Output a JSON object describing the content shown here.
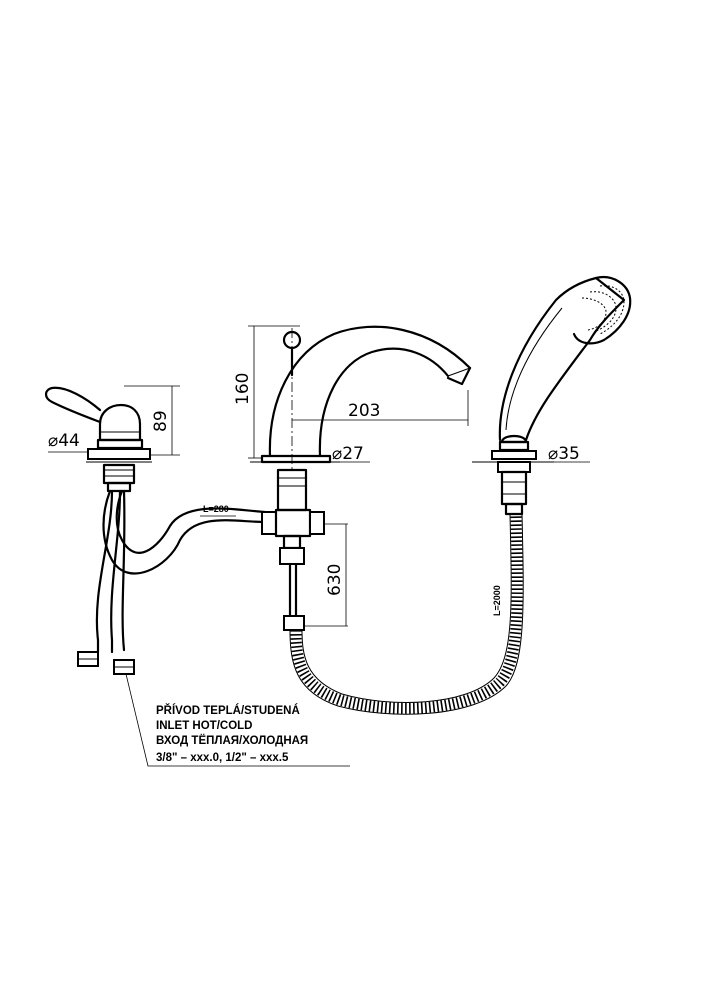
{
  "dimensions": {
    "lever_diameter": "⌀44",
    "lever_height": "89",
    "spout_height": "160",
    "spout_reach": "203",
    "spout_diameter": "⌀27",
    "shower_diameter": "⌀35",
    "valve_depth": "630",
    "pipe_length": "L=280",
    "hose_length": "L=2000"
  },
  "inlet_note": {
    "line1": "PŘÍVOD TEPLÁ/STUDENÁ",
    "line2": "INLET HOT/COLD",
    "line3": "ВХОД ТЁПЛАЯ/ХОЛОДНАЯ",
    "line4": "3/8\" – xxx.0, 1/2\" – xxx.5"
  }
}
